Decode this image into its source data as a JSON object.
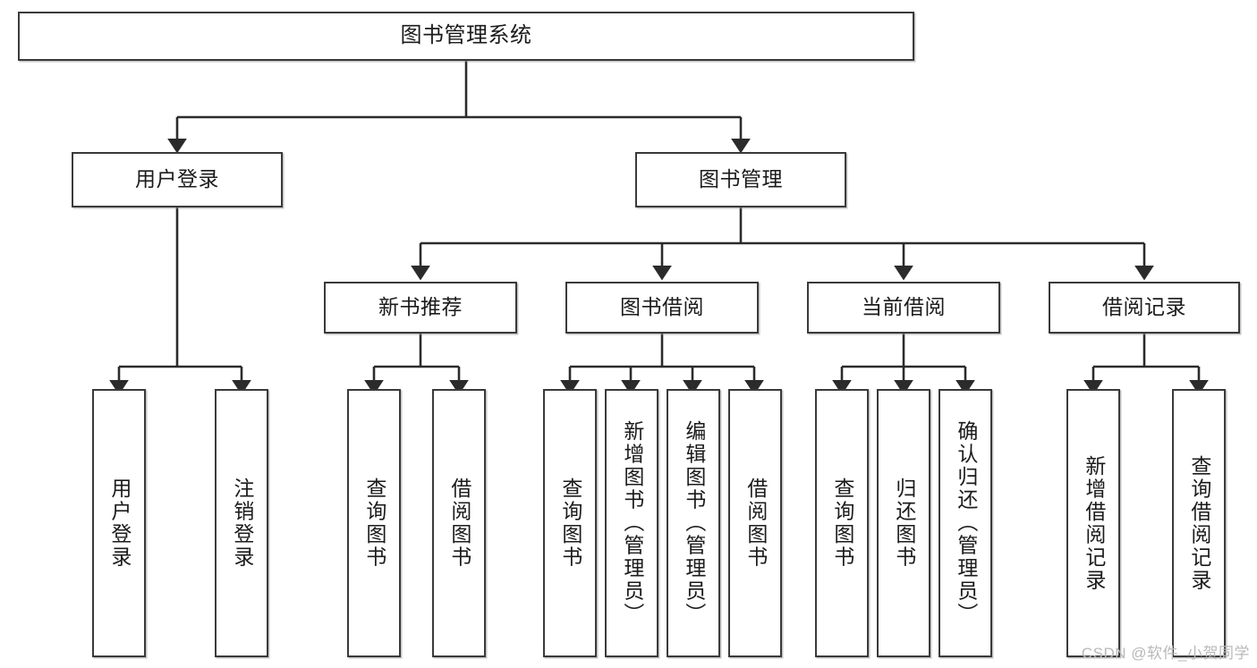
{
  "diagram": {
    "type": "tree",
    "title": "图书管理系统",
    "watermark": "CSDN @软件_小贺同学",
    "colors": {
      "box_border": "#3a3a3a",
      "box_fill": "#ffffff",
      "connector": "#2b2b2b",
      "text": "#1b1b1b",
      "watermark": "#b9b9b9"
    },
    "root": {
      "label": "图书管理系统"
    },
    "level1": [
      {
        "id": "user-login",
        "label": "用户登录"
      },
      {
        "id": "book-manage",
        "label": "图书管理"
      }
    ],
    "level2": [
      {
        "id": "new-book-rec",
        "label": "新书推荐",
        "parent": "book-manage"
      },
      {
        "id": "book-borrow",
        "label": "图书借阅",
        "parent": "book-manage"
      },
      {
        "id": "current-borrow",
        "label": "当前借阅",
        "parent": "book-manage"
      },
      {
        "id": "borrow-record",
        "label": "借阅记录",
        "parent": "book-manage"
      }
    ],
    "leaves": {
      "user-login": [
        {
          "id": "leaf-user-login",
          "label": "用户登录"
        },
        {
          "id": "leaf-logout",
          "label": "注销登录"
        }
      ],
      "new-book-rec": [
        {
          "id": "leaf-query-book-1",
          "label": "查询图书"
        },
        {
          "id": "leaf-borrow-book-1",
          "label": "借阅图书"
        }
      ],
      "book-borrow": [
        {
          "id": "leaf-query-book-2",
          "label": "查询图书"
        },
        {
          "id": "leaf-add-book",
          "label": "新增图书（管理员）"
        },
        {
          "id": "leaf-edit-book",
          "label": "编辑图书（管理员）"
        },
        {
          "id": "leaf-borrow-book-2",
          "label": "借阅图书"
        }
      ],
      "current-borrow": [
        {
          "id": "leaf-query-book-3",
          "label": "查询图书"
        },
        {
          "id": "leaf-return-book",
          "label": "归还图书"
        },
        {
          "id": "leaf-confirm-return",
          "label": "确认归还（管理员）"
        }
      ],
      "borrow-record": [
        {
          "id": "leaf-add-record",
          "label": "新增借阅记录"
        },
        {
          "id": "leaf-query-record",
          "label": "查询借阅记录"
        }
      ]
    }
  }
}
